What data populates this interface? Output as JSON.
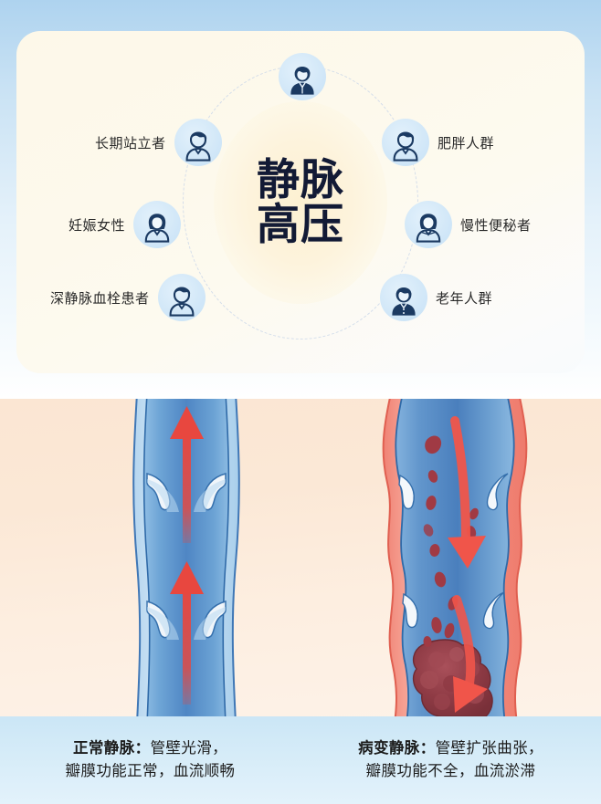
{
  "top_section": {
    "center_title_line1": "静脉",
    "center_title_line2": "高压",
    "risk_groups": [
      {
        "id": "top-unlabeled",
        "label": "",
        "icon": "elderly-man-avatar-icon"
      },
      {
        "id": "long-term-standing",
        "label": "长期站立者",
        "icon": "man-avatar-icon"
      },
      {
        "id": "obese",
        "label": "肥胖人群",
        "icon": "man-avatar-icon"
      },
      {
        "id": "pregnant-women",
        "label": "妊娠女性",
        "icon": "woman-avatar-icon"
      },
      {
        "id": "chronic-constipation",
        "label": "慢性便秘者",
        "icon": "woman-avatar-icon"
      },
      {
        "id": "dvt-patients",
        "label": "深静脉血栓患者",
        "icon": "man-avatar-icon"
      },
      {
        "id": "elderly",
        "label": "老年人群",
        "icon": "elderly-man-avatar-icon"
      }
    ]
  },
  "illustration": {
    "normal_vein": {
      "name": "normal-vein-diagram",
      "flow_direction": "upward",
      "arrow_count": 2,
      "valve_count": 2,
      "wall_color": "#3c74b4",
      "lumen_color": "#6fa3d4",
      "arrow_color": "#e8473f"
    },
    "diseased_vein": {
      "name": "varicose-vein-diagram",
      "flow_direction": "downward-reflux",
      "arrow_count": 2,
      "valve_count": 2,
      "has_thrombus": true,
      "has_loose_clots": true,
      "wall_color": "#ef7b6e",
      "lumen_color": "#5e8fc6",
      "clot_color": "#9c3b44",
      "arrow_color": "#f0554a"
    }
  },
  "captions": {
    "normal": {
      "lead": "正常静脉：",
      "line1_rest": "管壁光滑，",
      "line2": "瓣膜功能正常，血流顺畅"
    },
    "diseased": {
      "lead": "病变静脉：",
      "line1_rest": "管壁扩张曲张，",
      "line2": "瓣膜功能不全，血流淤滞"
    }
  },
  "colors": {
    "header_blue": "#aed3ef",
    "card_cream": "#fdf8e9",
    "illus_peach": "#fbe6d3",
    "caption_blue": "#cbe6f6",
    "avatar_navy": "#1b3a62",
    "bubble_blue": "#d3e8f8",
    "title_navy": "#121a35"
  }
}
